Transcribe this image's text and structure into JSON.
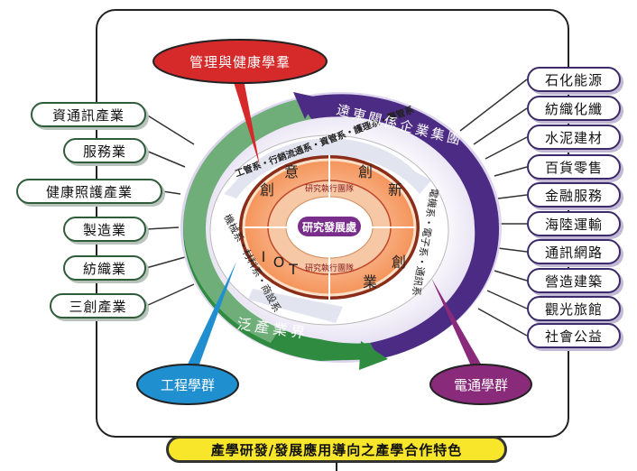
{
  "title": "產學研發/發展應用導向之產學合作特色",
  "center": {
    "core": "研究發展處",
    "ring_words": [
      "意",
      "創",
      "新",
      "創",
      "業",
      "I",
      "O",
      "T",
      "創"
    ],
    "inner_ring_text": "研究執行團隊"
  },
  "groups": {
    "management": "管理與健康學羣",
    "engineering": "工程學群",
    "telecom": "電通學群",
    "far_eastern": "遠東關係企業集團",
    "industry": "泛產業界"
  },
  "departments": {
    "top": "工管系・行銷流通系・資管系・護理系・醫管系",
    "left": "機械系・材料系・商設系",
    "right": "電機系・電子系・通訊系"
  },
  "left_items": [
    "資通訊產業",
    "服務業",
    "健康照護產業",
    "製造業",
    "紡織業",
    "三創產業"
  ],
  "right_items": [
    "石化能源",
    "紡織化纖",
    "水泥建材",
    "百貨零售",
    "金融服務",
    "海陸運輸",
    "通訊網路",
    "營造建築",
    "觀光旅館",
    "社會公益"
  ],
  "colors": {
    "purple": "#4b2b84",
    "green": "#2e8b3f",
    "red": "#d62a2a",
    "blue": "#1f8fd0",
    "magenta": "#8a2a7a",
    "orange": "#f7a96b",
    "core": "#7a2e8c",
    "yellow": "#f7e62a"
  }
}
